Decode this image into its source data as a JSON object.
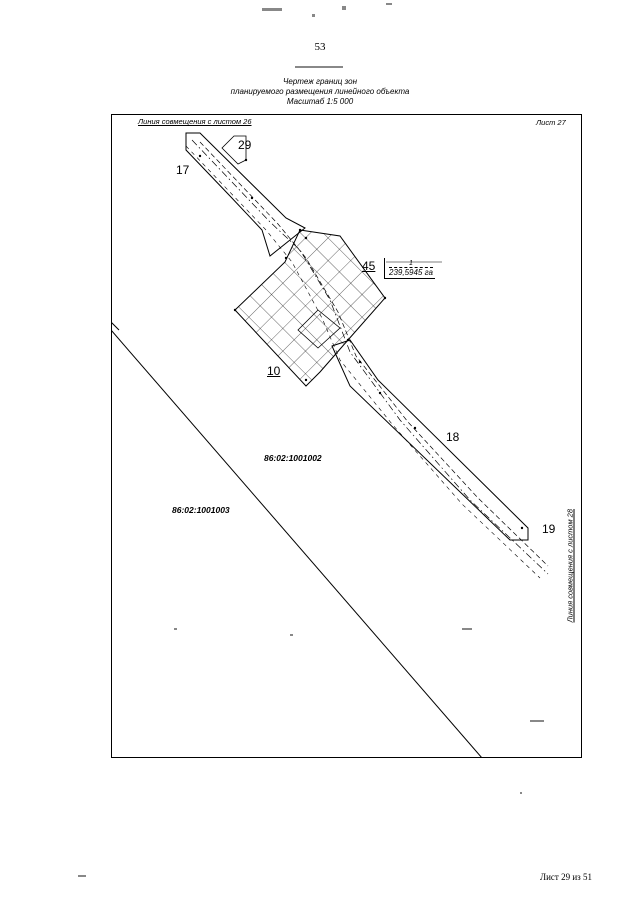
{
  "page": {
    "number": "53",
    "footer": "Лист 29 из 51"
  },
  "header": {
    "line1": "Чертеж  границ зон",
    "line2": "планируемого размещения линейного объекта",
    "line3": "Масштаб 1:5 000"
  },
  "frame": {
    "join_top": "Линия совмещения с листом 26",
    "sheet_label": "Лист 27",
    "join_right": "Линия совмещения с листом 28"
  },
  "zones": {
    "z17": "17",
    "z29": "29",
    "z45": "45",
    "z10": "10",
    "z18": "18",
    "z19": "19"
  },
  "area": {
    "number": "1",
    "value": "239,5945 га"
  },
  "cadastral": {
    "q1": "86:02:1001002",
    "q2": "86:02:1001003"
  }
}
